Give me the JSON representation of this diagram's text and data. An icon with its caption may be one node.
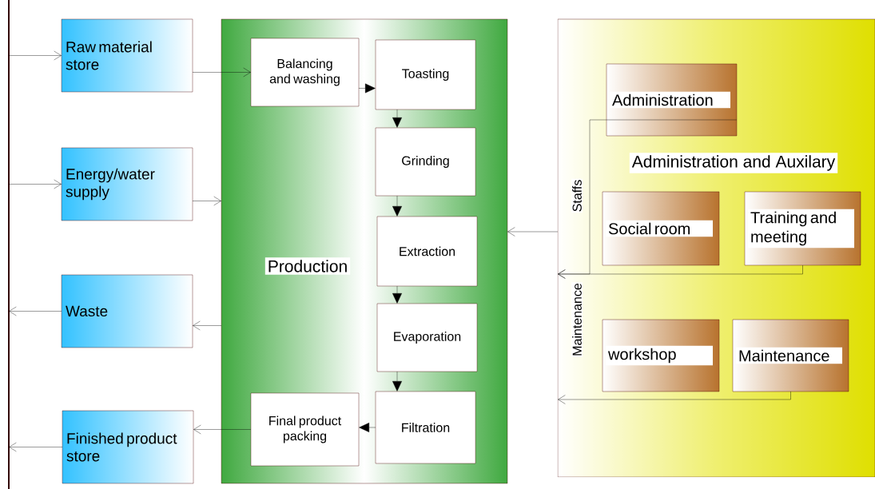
{
  "diagram": {
    "nodes": [
      {
        "text": [],
        "shape": "bar"
      },
      {
        "text": [
          "Raw material store"
        ]
      },
      {
        "text": [
          "Energy/water supply"
        ]
      },
      {
        "text": [
          "Waste"
        ]
      },
      {
        "text": [
          "Finished product store"
        ]
      },
      {
        "text": [
          "Production"
        ]
      },
      {
        "text": [
          "Balancing and washing"
        ],
        "in": 5
      },
      {
        "text": [
          "Toasting"
        ],
        "in": 5
      },
      {
        "text": [
          "Grinding"
        ],
        "in": 5
      },
      {
        "text": [
          "Extraction"
        ],
        "in": 5
      },
      {
        "text": [
          "Evaporation"
        ],
        "in": 5
      },
      {
        "text": [
          "Filtration"
        ],
        "in": 5
      },
      {
        "text": [
          "Final product packing"
        ],
        "in": 5
      },
      {
        "text": [
          "Administration and Auxilary"
        ]
      },
      {
        "text": [
          "Administration"
        ],
        "in": 13
      },
      {
        "text": [
          "Social room"
        ],
        "in": 13
      },
      {
        "text": [
          "Training and meeting"
        ],
        "in": 13
      },
      {
        "text": [
          "workshop"
        ],
        "in": 13
      },
      {
        "text": [
          "Maintenance"
        ],
        "in": 13
      }
    ],
    "edges": [
      {
        "from": 0,
        "to": 1,
        "arrow": "to"
      },
      {
        "from": 0,
        "to": 2,
        "arrow": "to"
      },
      {
        "from": 3,
        "to": 0,
        "arrow": "to"
      },
      {
        "from": 4,
        "to": 0,
        "arrow": "to"
      },
      {
        "from": 1,
        "to": 6,
        "arrow": "to"
      },
      {
        "from": 2,
        "to": 5,
        "arrow": "to"
      },
      {
        "from": 5,
        "to": 3,
        "arrow": "to"
      },
      {
        "from": 12,
        "to": 4,
        "arrow": "to"
      },
      {
        "from": 6,
        "to": 7,
        "arrow": "to"
      },
      {
        "from": 7,
        "to": 8,
        "arrow": "to"
      },
      {
        "from": 8,
        "to": 9,
        "arrow": "to"
      },
      {
        "from": 9,
        "to": 10,
        "arrow": "to"
      },
      {
        "from": 10,
        "to": 11,
        "arrow": "to"
      },
      {
        "from": 11,
        "to": 12,
        "arrow": "to"
      },
      {
        "from": 13,
        "to": 5,
        "arrow": "to"
      },
      {
        "from": 16,
        "to": 13,
        "arrow": "to"
      },
      {
        "from": 14,
        "to": 13,
        "arrow": "to"
      },
      {
        "from": 18,
        "to": 13,
        "arrow": "to"
      }
    ],
    "labels": [
      "Staffs",
      "Maintenance"
    ]
  }
}
